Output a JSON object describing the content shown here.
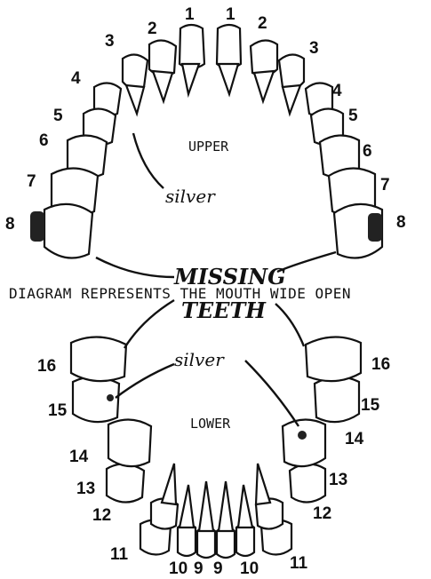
{
  "upper_label": "UPPER",
  "lower_label": "LOWER",
  "caption": "DIAGRAM REPRESENTS THE MOUTH WIDE OPEN",
  "annotations": {
    "silver_upper": "silver",
    "silver_lower": "silver",
    "missing_line1": "MISSING",
    "missing_line2": "TEETH"
  },
  "upper_numbers": {
    "left": [
      "1",
      "2",
      "3",
      "4",
      "5",
      "6",
      "7",
      "8"
    ],
    "right": [
      "1",
      "2",
      "3",
      "4",
      "5",
      "6",
      "7",
      "8"
    ]
  },
  "lower_numbers": {
    "left": [
      "9",
      "10",
      "11",
      "12",
      "13",
      "14",
      "15",
      "16"
    ],
    "right": [
      "9",
      "10",
      "11",
      "12",
      "13",
      "14",
      "15",
      "16"
    ]
  }
}
